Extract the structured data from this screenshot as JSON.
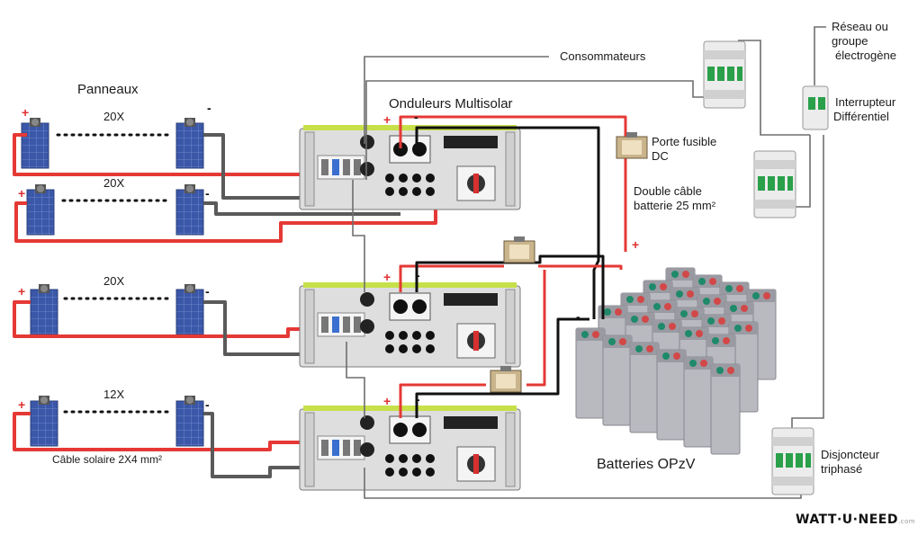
{
  "labels": {
    "panels_title": "Panneaux",
    "inverters_title": "Onduleurs Multisolar",
    "consumers": "Consommateurs",
    "grid_line1": "Réseau ou",
    "grid_line2": "groupe",
    "grid_line3": "électrogène",
    "rcd_line1": "Interrupteur",
    "rcd_line2": "Différentiel",
    "fuse_line1": "Porte fusible",
    "fuse_line2": "DC",
    "cable_line1": "Double câble",
    "cable_line2": "batterie 25 mm²",
    "batteries": "Batteries OPzV",
    "breaker_line1": "Disjoncteur",
    "breaker_line2": "triphasé",
    "solar_cable": "Câble solaire 2X4 mm²"
  },
  "strings": [
    {
      "count": "20X"
    },
    {
      "count": "20X"
    },
    {
      "count": "20X"
    },
    {
      "count": "12X"
    }
  ],
  "signs": {
    "plus": "+",
    "minus": "-"
  },
  "logo": {
    "text": "WATT·U·NEED",
    "suffix": ".com"
  },
  "colors": {
    "positive": "#e53935",
    "negative": "#222222",
    "ac": "#8a8a8a",
    "inverter_accent": "#c6e04a"
  }
}
